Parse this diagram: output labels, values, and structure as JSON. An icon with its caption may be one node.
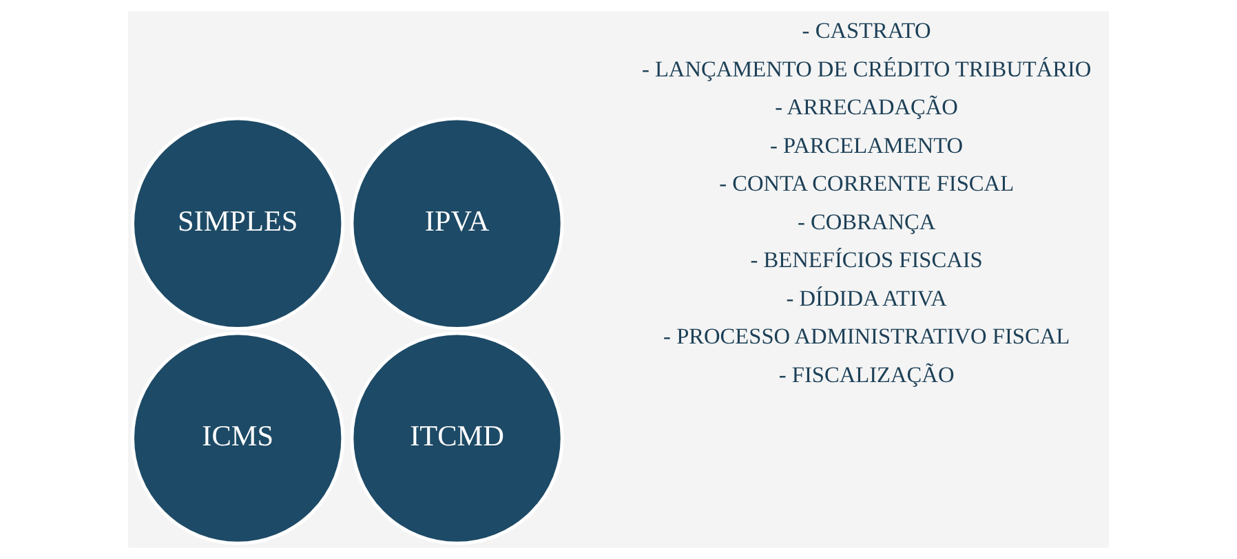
{
  "diagram": {
    "nodes": [
      {
        "text": [
          "SIMPLES"
        ]
      },
      {
        "text": [
          "IPVA"
        ]
      },
      {
        "text": [
          "ICMS"
        ]
      },
      {
        "text": [
          "ITCMD"
        ]
      }
    ],
    "edges": [],
    "labels": [
      "- CASTRATO",
      "- LANÇAMENTO DE CRÉDITO TRIBUTÁRIO",
      "- ARRECADAÇÃO",
      "- PARCELAMENTO",
      "- CONTA CORRENTE FISCAL",
      "- COBRANÇA",
      "- BENEFÍCIOS FISCAIS",
      "- DÍDIDA ATIVA",
      "- PROCESSO ADMINISTRATIVO FISCAL",
      "- FISCALIZAÇÃO"
    ]
  }
}
